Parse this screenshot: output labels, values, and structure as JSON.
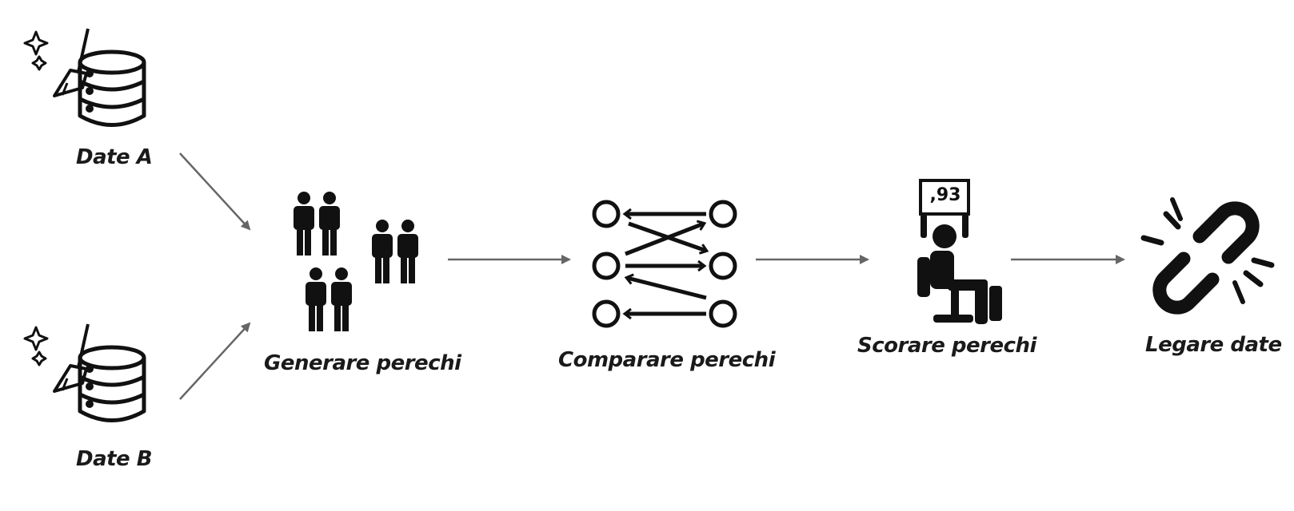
{
  "nodes": {
    "source_a": {
      "label": "Date A",
      "icon": "cleaned-database-icon"
    },
    "source_b": {
      "label": "Date B",
      "icon": "cleaned-database-icon"
    },
    "generate": {
      "label": "Generare perechi",
      "icon": "people-pairs-icon"
    },
    "compare": {
      "label": "Comparare perechi",
      "icon": "compare-arrows-icon"
    },
    "score": {
      "label": "Scorare perechi",
      "icon": "judge-score-icon",
      "score_card": ",93"
    },
    "link": {
      "label": "Legare date",
      "icon": "chain-link-icon"
    }
  },
  "edges": [
    {
      "from": "source_a",
      "to": "generate"
    },
    {
      "from": "source_b",
      "to": "generate"
    },
    {
      "from": "generate",
      "to": "compare"
    },
    {
      "from": "compare",
      "to": "score"
    },
    {
      "from": "score",
      "to": "link"
    }
  ],
  "colors": {
    "icon": "#111111",
    "arrow": "#666666",
    "text": "#1a1a1a"
  }
}
